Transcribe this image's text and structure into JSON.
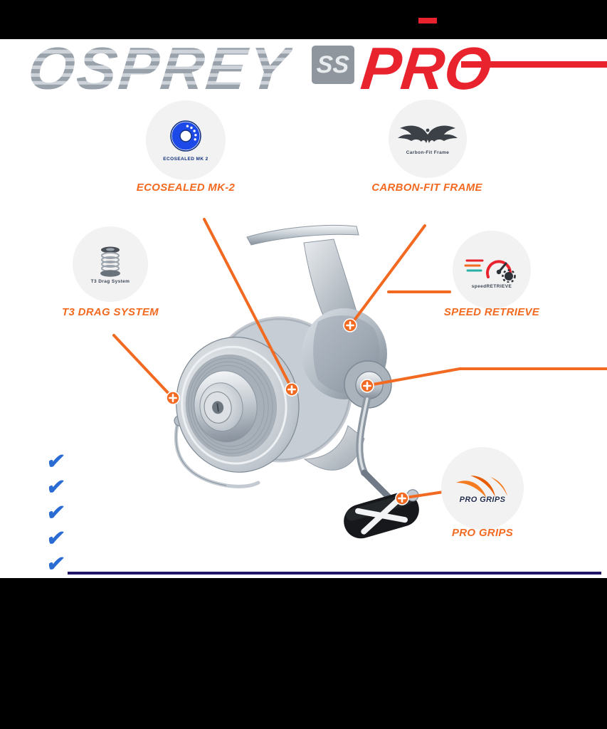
{
  "colors": {
    "accent": "#f26a21",
    "red": "#e8232e",
    "silver": "#a6adb6",
    "check": "#2b6cd4",
    "navy": "#1f1667",
    "blue": "#1d49e8"
  },
  "header": {
    "brand": "OSPREY",
    "model_badge": "SS",
    "series": "PRO"
  },
  "features": [
    {
      "name": "sealed-bearings",
      "icon": "bearing-icon",
      "icon_caption": "ECOSEALED MK 2",
      "label": "ECOSEALED MK-2"
    },
    {
      "name": "carbon-frame",
      "icon": "eagle-icon",
      "icon_caption": "Carbon-Fit Frame",
      "label": "CARBON-FIT FRAME"
    },
    {
      "name": "drag-system",
      "icon": "drag-stack-icon",
      "icon_caption": "T3 Drag System",
      "label": "T3 DRAG SYSTEM"
    },
    {
      "name": "speed-retrieve",
      "icon": "speedometer-icon",
      "icon_caption": "speedRETRIEVE",
      "label": "SPEED RETRIEVE"
    },
    {
      "name": "pro-grips",
      "icon": "claw-icon",
      "icon_caption": "PRO GRIPS",
      "label": "PRO GRIPS"
    }
  ],
  "checklist": {
    "glyph": "✔",
    "count": 5
  }
}
